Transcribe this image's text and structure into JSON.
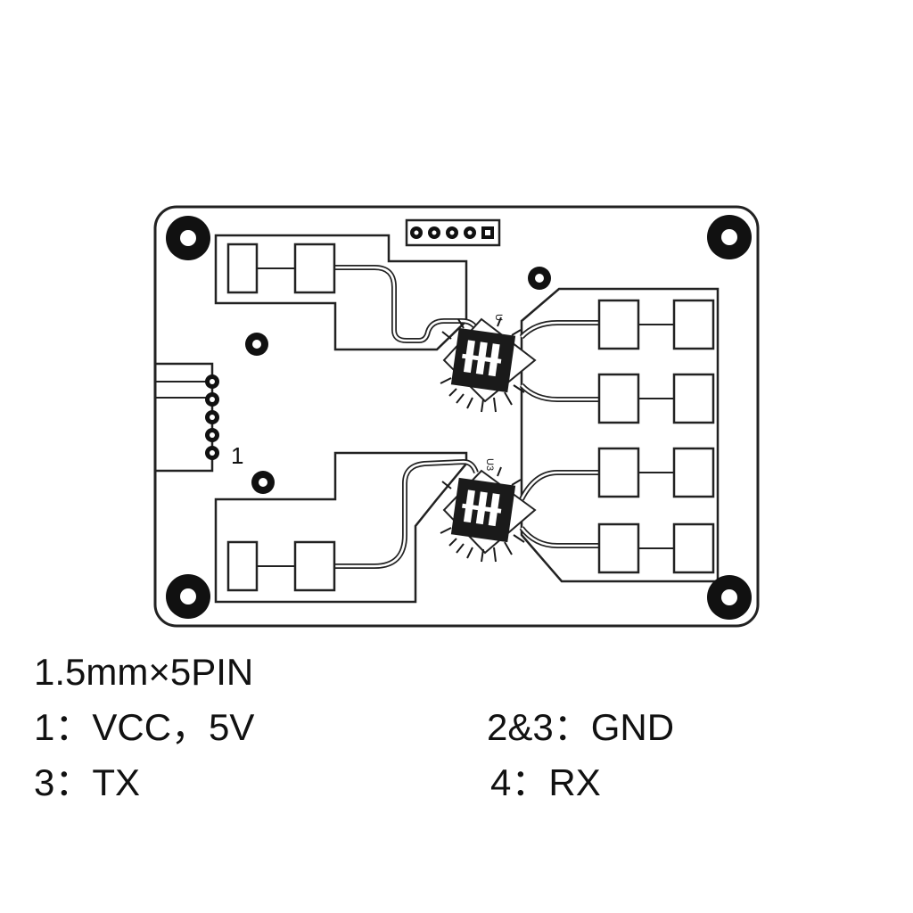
{
  "board": {
    "connector_pin_label": "1",
    "chip_label_top": "U",
    "chip_label_bottom": "U3"
  },
  "spec": "1.5mm×5PIN",
  "pins": {
    "pin1": "1：VCC，5V",
    "pin23": "2&3：GND",
    "pin3": "3：TX",
    "pin4": "4：RX"
  },
  "colors": {
    "outline": "#222222",
    "pad": "#ffffff",
    "chip": "#1a1a1a"
  },
  "icons": {
    "mounting_hole": "mounting-hole-icon",
    "chip": "chip-icon",
    "antenna_patch": "antenna-patch-icon"
  }
}
